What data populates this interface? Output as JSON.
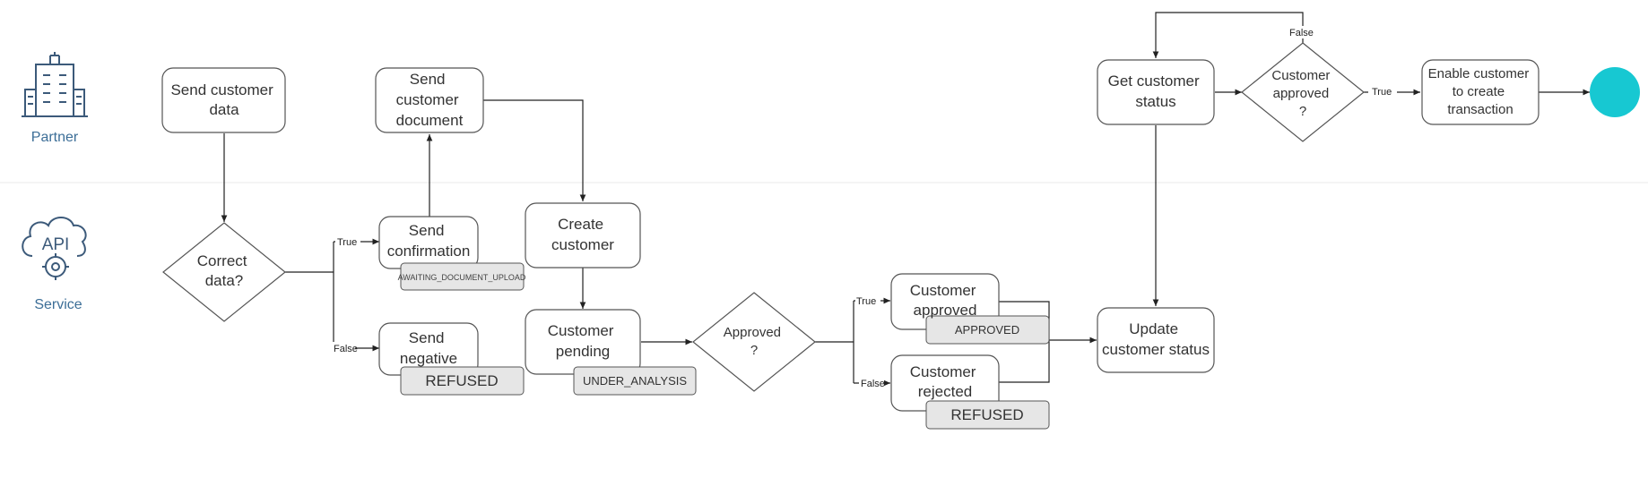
{
  "lanes": {
    "partner": "Partner",
    "service": "Service",
    "api_icon_text": "API"
  },
  "nodes": {
    "send_customer_data": [
      "Send customer",
      "data"
    ],
    "correct_data": [
      "Correct",
      "data?"
    ],
    "send_customer_document": [
      "Send",
      "customer",
      "document"
    ],
    "send_confirmation": [
      "Send",
      "confirmation"
    ],
    "send_negative": [
      "Send",
      "negative"
    ],
    "create_customer": [
      "Create",
      "customer"
    ],
    "customer_pending": [
      "Customer",
      "pending"
    ],
    "approved_decision": [
      "Approved",
      "?"
    ],
    "customer_approved": [
      "Customer",
      "approved"
    ],
    "customer_rejected": [
      "Customer",
      "rejected"
    ],
    "update_customer_status": [
      "Update",
      "customer status"
    ],
    "get_customer_status": [
      "Get customer",
      "status"
    ],
    "customer_approved_decision": [
      "Customer",
      "approved",
      "?"
    ],
    "enable_customer": [
      "Enable customer",
      "to create",
      "transaction"
    ]
  },
  "tags": {
    "awaiting_document_upload": "AWAITING_DOCUMENT_UPLOAD",
    "refused_1": "REFUSED",
    "under_analysis": "UNDER_ANALYSIS",
    "approved": "APPROVED",
    "refused_2": "REFUSED"
  },
  "edge_labels": {
    "correct_true": "True",
    "correct_false": "False",
    "approved_true": "True",
    "approved_false": "False",
    "status_false": "False",
    "status_true": "True"
  },
  "colors": {
    "lane_text": "#3c6e97",
    "icon_stroke": "#3c5a7a",
    "node_stroke": "#555555",
    "tag_fill": "#e6e6e6",
    "end_event": "#17c8d2",
    "divider": "#e8e8e8"
  }
}
